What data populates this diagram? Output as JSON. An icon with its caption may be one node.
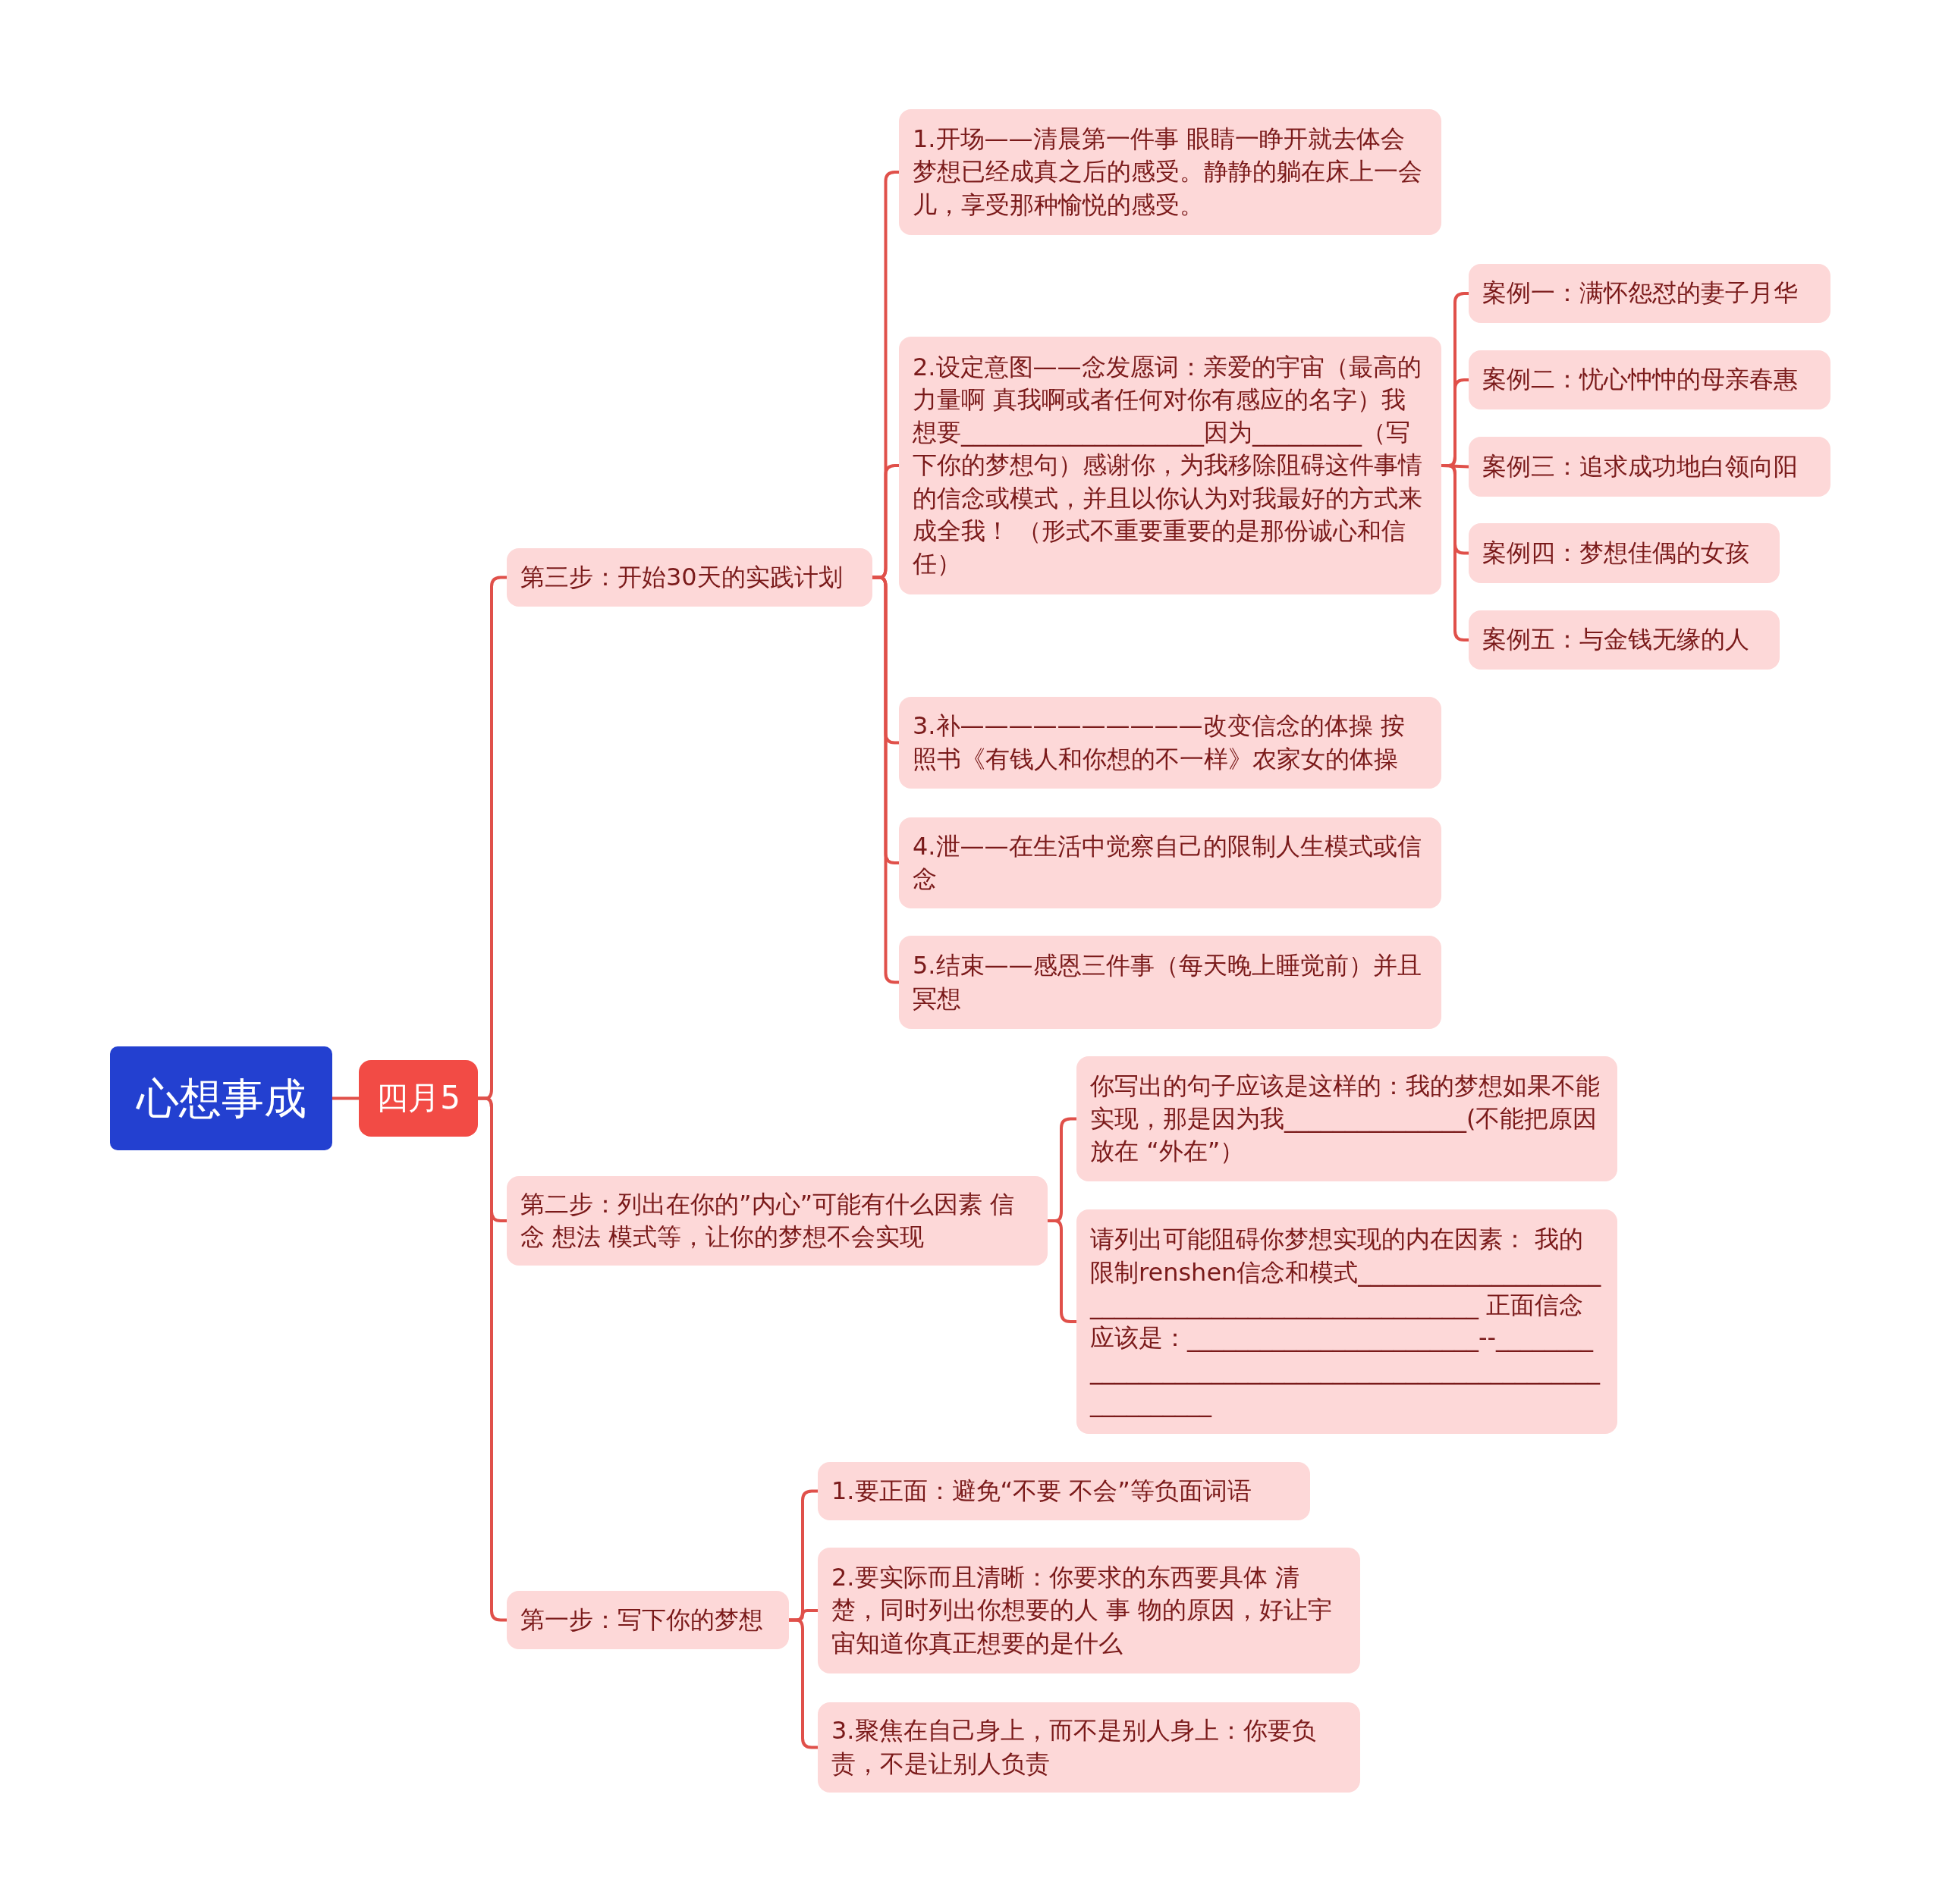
{
  "diagram": {
    "nodes": [
      {
        "text": [
          "心想事成"
        ]
      },
      {
        "text": [
          "四月5"
        ]
      },
      {
        "text": [
          "第三步：开始30天的实践计划"
        ]
      },
      {
        "text": [
          "1.开场——清晨第一件事 眼睛一睁开就去体会梦想已经成真之后的感受。静静的躺在床上一会儿，享受那种愉悦的感受。"
        ]
      },
      {
        "text": [
          "2.设定意图——念发愿词：亲爱的宇宙（最高的力量啊 真我啊或者任何对你有感应的名字）我想要____________________因为_________（写下你的梦想句）感谢你，为我移除阻碍这件事情的信念或模式，并且以你认为对我最好的方式来成全我！ （形式不重要重要的是那份诚心和信任）"
        ]
      },
      {
        "text": [
          "案例一：满怀怨怼的妻子月华"
        ]
      },
      {
        "text": [
          "案例二：忧心忡忡的母亲春惠"
        ]
      },
      {
        "text": [
          "案例三：追求成功地白领向阳"
        ]
      },
      {
        "text": [
          "案例四：梦想佳偶的女孩"
        ]
      },
      {
        "text": [
          "案例五：与金钱无缘的人"
        ]
      },
      {
        "text": [
          "3.补——————————改变信念的体操 按照书《有钱人和你想的不一样》农家女的体操"
        ]
      },
      {
        "text": [
          "4.泄——在生活中觉察自己的限制人生模式或信念"
        ]
      },
      {
        "text": [
          "5.结束——感恩三件事（每天晚上睡觉前）并且冥想"
        ]
      },
      {
        "text": [
          "第二步：列出在你的”内心”可能有什么因素 信念 想法 模式等，让你的梦想不会实现"
        ]
      },
      {
        "text": [
          "你写出的句子应该是这样的：我的梦想如果不能实现，那是因为我_______________(不能把原因放在 “外在”）"
        ]
      },
      {
        "text": [
          "请列出可能阻碍你梦想实现的内在因素： 我的限制renshen信念和模式____________________________________________________ 正面信念应该是：________________________--____________________________________________________________"
        ]
      },
      {
        "text": [
          "第一步：写下你的梦想"
        ]
      },
      {
        "text": [
          "1.要正面：避免“不要 不会”等负面词语"
        ]
      },
      {
        "text": [
          "2.要实际而且清晰：你要求的东西要具体 清楚，同时列出你想要的人 事 物的原因，好让宇宙知道你真正想要的是什么"
        ]
      },
      {
        "text": [
          "3.聚焦在自己身上，而不是别人身上：你要负责，不是让别人负责"
        ]
      }
    ],
    "edges": [
      {
        "from": 0,
        "to": 1,
        "arrow": "none"
      },
      {
        "from": 1,
        "to": 2,
        "arrow": "none"
      },
      {
        "from": 1,
        "to": 13,
        "arrow": "none"
      },
      {
        "from": 1,
        "to": 16,
        "arrow": "none"
      },
      {
        "from": 2,
        "to": 3,
        "arrow": "none"
      },
      {
        "from": 2,
        "to": 4,
        "arrow": "none"
      },
      {
        "from": 2,
        "to": 10,
        "arrow": "none"
      },
      {
        "from": 2,
        "to": 11,
        "arrow": "none"
      },
      {
        "from": 2,
        "to": 12,
        "arrow": "none"
      },
      {
        "from": 4,
        "to": 5,
        "arrow": "none"
      },
      {
        "from": 4,
        "to": 6,
        "arrow": "none"
      },
      {
        "from": 4,
        "to": 7,
        "arrow": "none"
      },
      {
        "from": 4,
        "to": 8,
        "arrow": "none"
      },
      {
        "from": 4,
        "to": 9,
        "arrow": "none"
      },
      {
        "from": 13,
        "to": 14,
        "arrow": "none"
      },
      {
        "from": 13,
        "to": 15,
        "arrow": "none"
      },
      {
        "from": 16,
        "to": 17,
        "arrow": "none"
      },
      {
        "from": 16,
        "to": 18,
        "arrow": "none"
      },
      {
        "from": 16,
        "to": 19,
        "arrow": "none"
      }
    ]
  }
}
